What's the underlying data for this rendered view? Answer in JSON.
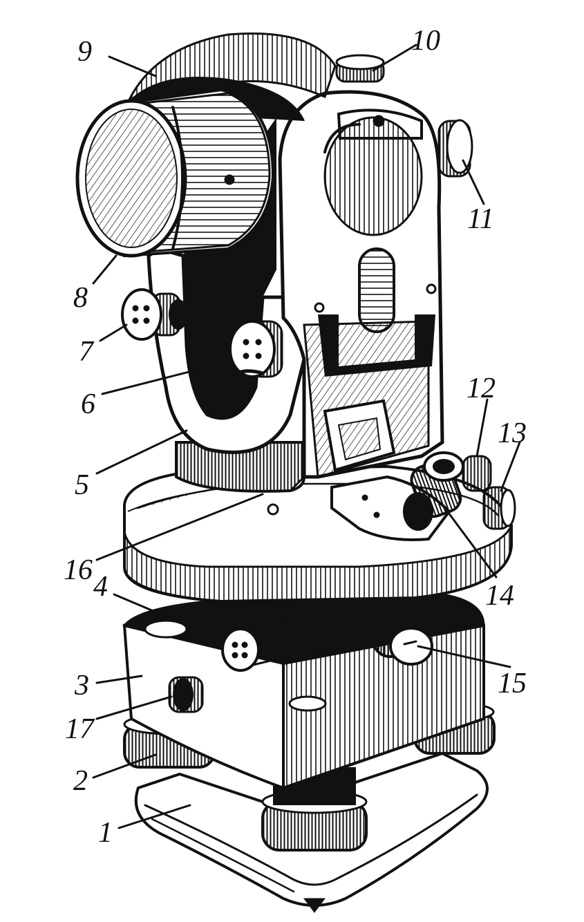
{
  "diagram": {
    "subject": "theodolite",
    "callouts": [
      {
        "id": "1",
        "text": "1"
      },
      {
        "id": "2",
        "text": "2"
      },
      {
        "id": "3",
        "text": "3"
      },
      {
        "id": "4",
        "text": "4"
      },
      {
        "id": "5",
        "text": "5"
      },
      {
        "id": "6",
        "text": "6"
      },
      {
        "id": "7",
        "text": "7"
      },
      {
        "id": "8",
        "text": "8"
      },
      {
        "id": "9",
        "text": "9"
      },
      {
        "id": "10",
        "text": "10"
      },
      {
        "id": "11",
        "text": "11"
      },
      {
        "id": "12",
        "text": "12"
      },
      {
        "id": "13",
        "text": "13"
      },
      {
        "id": "14",
        "text": "14"
      },
      {
        "id": "15",
        "text": "15"
      },
      {
        "id": "16",
        "text": "16"
      },
      {
        "id": "17",
        "text": "17"
      }
    ]
  },
  "colors": {
    "ink": "#111111",
    "paper": "#ffffff"
  }
}
